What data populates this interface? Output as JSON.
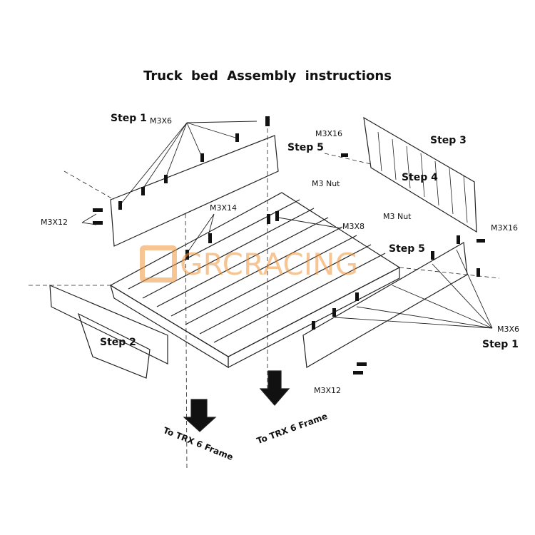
{
  "title": "Truck bed   Assembly  instructions",
  "labels": {
    "step1_top": "Step 1",
    "m3x6_top": "M3X6",
    "m3x16_top": "M3X16",
    "step5_top": "Step 5",
    "m3nut_top": "M3 Nut",
    "step3": "Step 3",
    "step4": "Step 4",
    "m3x12_left": "M3X12",
    "m3x14": "M3X14",
    "m3x8": "M3X8",
    "m3nut_right": "M3 Nut",
    "m3x16_right": "M3X16",
    "step5_right": "Step 5",
    "m3x6_right": "M3X6",
    "step1_right": "Step 1",
    "step2": "Step 2",
    "m3x12_bottom": "M3X12",
    "frame_left": "To TRX 6 Frame",
    "frame_right": "To TRX 6 Frame"
  },
  "watermark": "GRCRACING",
  "colors": {
    "line": "#222222",
    "watermark": "#f0963c"
  }
}
